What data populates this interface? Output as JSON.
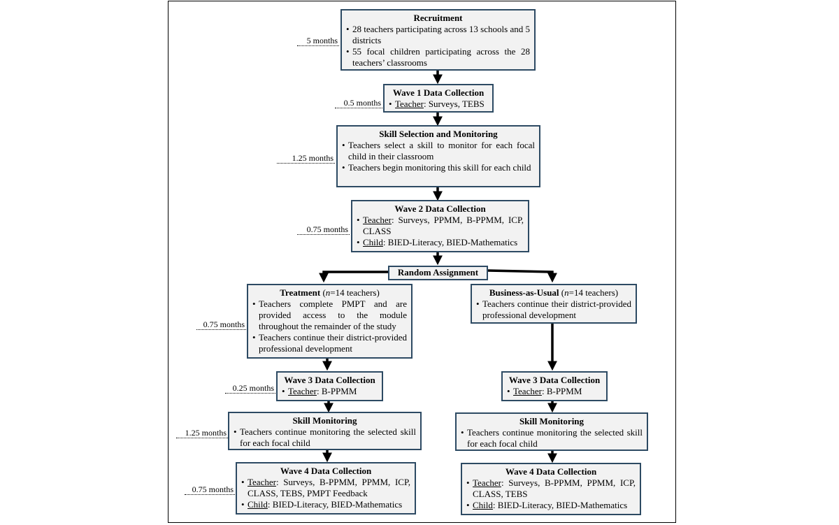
{
  "recruitment": {
    "title": "Recruitment",
    "items": [
      "28 teachers participating across 13 schools and 5 districts",
      "55 focal children participating across the 28 teachers’ classrooms"
    ]
  },
  "wave1": {
    "title": "Wave 1 Data Collection",
    "teacher_label": "Teacher",
    "teacher_measures": ": Surveys, TEBS"
  },
  "skill_selection": {
    "title": "Skill Selection and Monitoring",
    "items": [
      "Teachers select a skill to monitor for each focal child in their classroom",
      "Teachers begin monitoring this skill for each child"
    ]
  },
  "wave2": {
    "title": "Wave 2 Data Collection",
    "teacher_label": "Teacher",
    "teacher_measures": ": Surveys, PPMM, B-PPMM, ICP, CLASS",
    "child_label": "Child",
    "child_measures": ": BIED-Literacy, BIED-Mathematics"
  },
  "random_assignment": "Random Assignment",
  "treatment": {
    "title_main": "Treatment",
    "title_n": "n",
    "title_rest": "=14 teachers)",
    "items": [
      "Teachers complete PMPT and are provided access to the module throughout the remainder of the study",
      "Teachers continue their district-provided professional development"
    ]
  },
  "business": {
    "title_main": "Business-as-Usual",
    "title_n": "n",
    "title_rest": "=14 teachers)",
    "items": [
      "Teachers continue their district-provided professional development"
    ]
  },
  "wave3": {
    "title": "Wave 3 Data Collection",
    "teacher_label": "Teacher",
    "teacher_measures": ": B-PPMM"
  },
  "skill_monitoring": {
    "title": "Skill Monitoring",
    "items": [
      "Teachers continue monitoring the selected skill for each focal child"
    ]
  },
  "wave4_left": {
    "title": "Wave 4 Data Collection",
    "teacher_label": "Teacher",
    "teacher_measures": ": Surveys, B-PPMM, PPMM, ICP, CLASS, TEBS, PMPT Feedback",
    "child_label": "Child",
    "child_measures": ": BIED-Literacy, BIED-Mathematics"
  },
  "wave4_right": {
    "title": "Wave 4 Data Collection",
    "teacher_label": "Teacher",
    "teacher_measures": ": Surveys, B-PPMM, PPMM, ICP, CLASS, TEBS",
    "child_label": "Child",
    "child_measures": ": BIED-Literacy, BIED-Mathematics"
  },
  "durations": {
    "recruitment": "5 months",
    "wave1": "0.5 months",
    "skill_selection": "1.25 months",
    "wave2": "0.75 months",
    "treatment": "0.75 months",
    "wave3": "0.25 months",
    "skill_monitoring": "1.25 months",
    "wave4": "0.75 months"
  }
}
